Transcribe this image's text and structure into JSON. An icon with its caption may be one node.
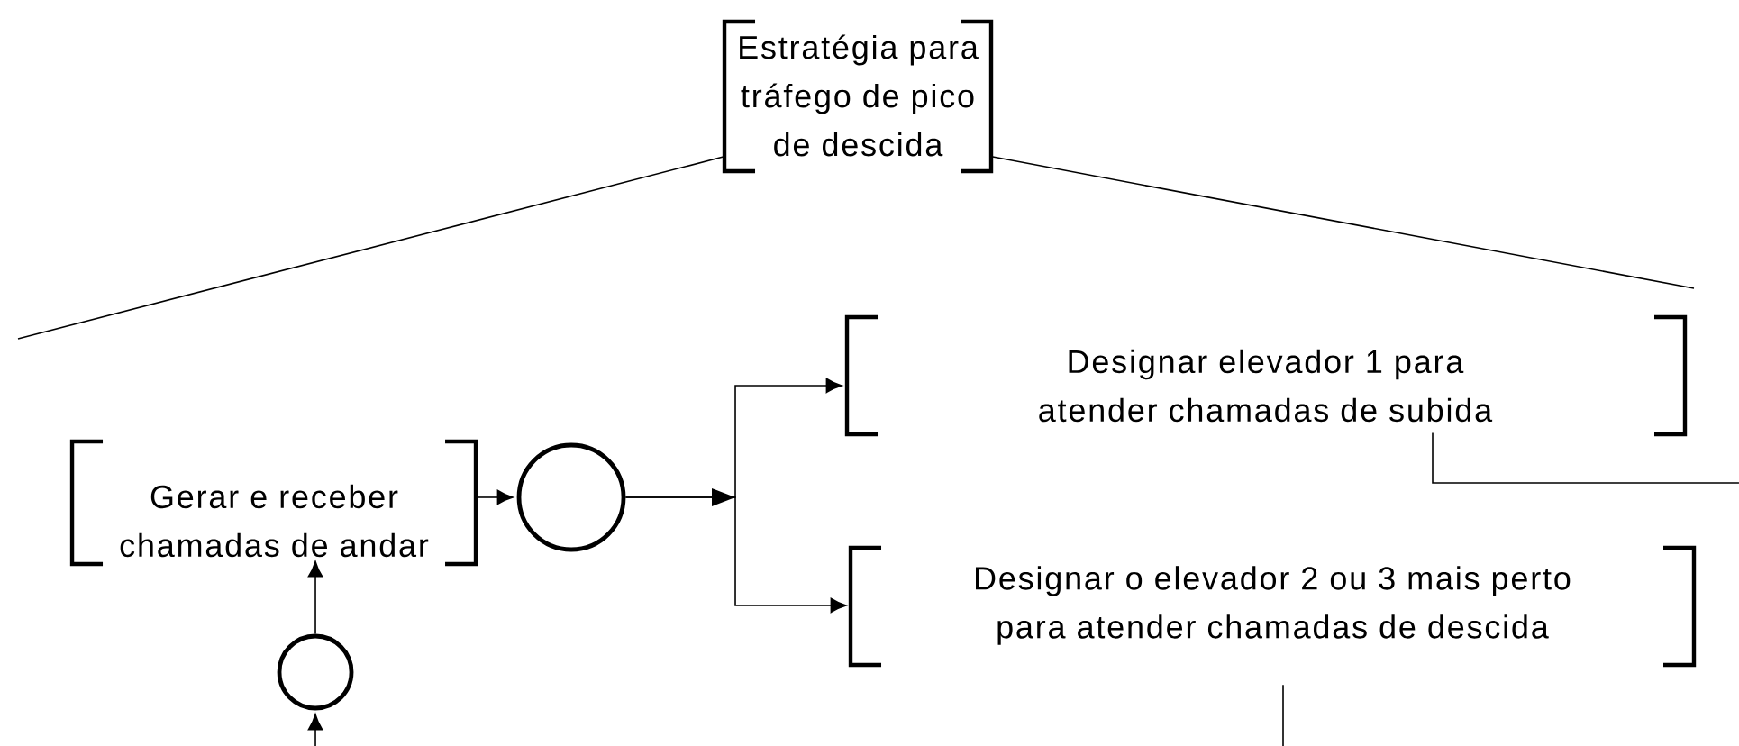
{
  "diagram": {
    "nodes": [
      {
        "text": [
          "Estratégia para tráfego de pico de descida"
        ]
      },
      {
        "text": [
          "Gerar e receber chamadas de andar"
        ]
      },
      {
        "text": [],
        "shape": "circle"
      },
      {
        "text": [
          "Designar elevador 1 para atender chamadas de subida"
        ]
      },
      {
        "text": [
          "Designar o elevador 2 ou 3 mais perto para atender chamadas de descida"
        ]
      },
      {
        "text": [],
        "shape": "circle"
      }
    ],
    "edges": [
      {
        "from": 1,
        "to": 2,
        "arrow": "to"
      },
      {
        "from": 2,
        "to": 3,
        "arrow": "to"
      },
      {
        "from": 2,
        "to": 4,
        "arrow": "to"
      },
      {
        "from": 5,
        "to": 1,
        "arrow": "to"
      },
      {
        "from": null,
        "to": 5,
        "arrow": "to"
      },
      {
        "from": 0,
        "to": null,
        "arrow": "none"
      },
      {
        "from": 0,
        "to": null,
        "arrow": "none"
      },
      {
        "from": 3,
        "to": null,
        "arrow": "none"
      },
      {
        "from": 4,
        "to": null,
        "arrow": "none"
      }
    ]
  }
}
